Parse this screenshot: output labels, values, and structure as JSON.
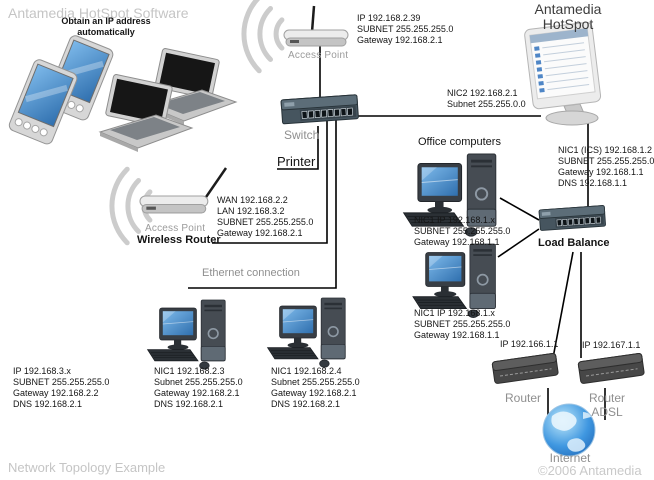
{
  "page": {
    "watermark_top": "Antamedia HotSpot Software",
    "watermark_bottom": "Network Topology Example",
    "copyright": "©2006 Antamedia"
  },
  "diagram": {
    "client_group": {
      "note": [
        "Obtain an IP address",
        "automatically"
      ]
    },
    "access_point_top": {
      "label": "Access Point",
      "info": [
        "IP 192.168.2.39",
        "SUBNET 255.255.255.0",
        "Gateway 192.168.2.1"
      ]
    },
    "switch": {
      "label": "Switch"
    },
    "printer": {
      "label": "Printer"
    },
    "server": {
      "title": [
        "Antamedia",
        "HotSpot"
      ],
      "nic2_info": [
        "NIC2 192.168.2.1",
        "Subnet 255.255.0.0"
      ],
      "nic1_info": [
        "NIC1 (ICS) 192.168.1.2",
        "SUBNET 255.255.255.0",
        "Gateway 192.168.1.1",
        "DNS 192.168.1.1"
      ]
    },
    "office_group": {
      "label": "Office computers",
      "pc1_info": [
        "NIC1 IP 192.168.1.x",
        "SUBNET 255.255.255.0",
        "Gateway 192.168.1.1"
      ],
      "pc2_info": [
        "NIC1 IP 192.168.1.x",
        "SUBNET 255.255.255.0",
        "Gateway 192.168.1.1"
      ]
    },
    "load_balance": {
      "label": "Load Balance"
    },
    "wireless_router": {
      "label_top": "Access Point",
      "label_bottom": "Wireless Router",
      "info": [
        "WAN 192.168.2.2",
        "LAN 192.168.3.2",
        "SUBNET 255.255.255.0",
        "Gateway 192.168.2.1"
      ]
    },
    "ethernet": {
      "label": "Ethernet connection"
    },
    "laptops_group": {
      "info": [
        "IP 192.168.3.x",
        "SUBNET 255.255.255.0",
        "Gateway 192.168.2.2",
        "DNS 192.168.2.1"
      ]
    },
    "lan_pc1": {
      "info": [
        "NIC1 192.168.2.3",
        "Subnet 255.255.255.0",
        "Gateway 192.168.2.1",
        "DNS 192.168.2.1"
      ]
    },
    "lan_pc2": {
      "info": [
        "NIC1 192.168.2.4",
        "Subnet 255.255.255.0",
        "Gateway 192.168.2.1",
        "DNS 192.168.2.1"
      ]
    },
    "router1": {
      "ip": "IP 192.166.1.1",
      "label": "Router"
    },
    "router2": {
      "ip": "IP 192.167.1.1",
      "label": [
        "Router",
        "ADSL"
      ]
    },
    "internet": {
      "label": "Internet"
    }
  },
  "colors": {
    "watermark_gray": "#c5c5c5",
    "label_gray": "#8f8f8f",
    "text_dark": "#161616",
    "connection_line": "#000000",
    "screen_blue": "#4f9bd8",
    "wifi_wave_gray": "#cccccc",
    "globe_blue": "#2a7fd8"
  }
}
